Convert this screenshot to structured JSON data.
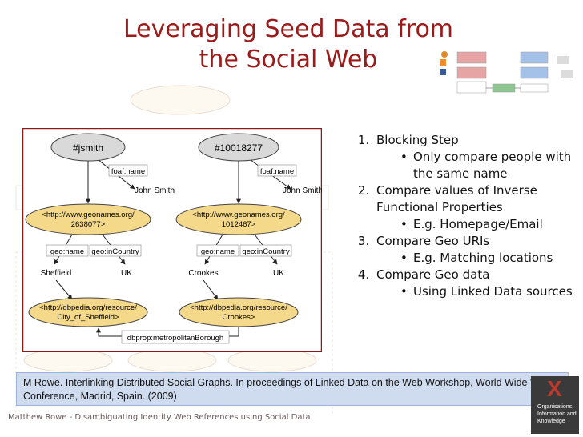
{
  "title": {
    "line1": "Leveraging Seed Data from",
    "line2": "the Social Web"
  },
  "diagram": {
    "node_jsmith": "#jsmith",
    "node_10018277": "#10018277",
    "edge_foaf_name_1": "foaf:name",
    "edge_foaf_name_2": "foaf:name",
    "value_john_smith_1": "John Smith",
    "value_john_smith_2": "John Smith",
    "geo_uri_1a": "<http://www.geonames.org/",
    "geo_uri_1b": "2638077>",
    "geo_uri_2a": "<http://www.geonames.org/",
    "geo_uri_2b": "1012467>",
    "geo_name_1": "geo:name",
    "geo_country_1": "geo:inCountry",
    "geo_name_2": "geo:name",
    "geo_country_2": "geo:inCountry",
    "place_sheffield": "Sheffield",
    "country_uk_1": "UK",
    "place_crookes": "Crookes",
    "country_uk_2": "UK",
    "dbpedia_1a": "<http://dbpedia.org/resource/",
    "dbpedia_1b": "City_of_Sheffield>",
    "dbpedia_2a": "<http://dbpedia.org/resource/",
    "dbpedia_2b": "Crookes>",
    "metro_borough": "dbprop:metropolitanBorough"
  },
  "steps": [
    {
      "label": "Blocking Step",
      "sub": [
        "Only compare people with the same name"
      ]
    },
    {
      "label": "Compare values of Inverse Functional Properties",
      "sub": [
        "E.g. Homepage/Email"
      ]
    },
    {
      "label": "Compare Geo URIs",
      "sub": [
        "E.g. Matching locations"
      ]
    },
    {
      "label": "Compare Geo data",
      "sub": [
        "Using Linked Data sources"
      ]
    }
  ],
  "citation": "M Rowe. Interlinking Distributed Social Graphs. In proceedings of Linked Data on the Web Workshop, World Wide Web Conference, Madrid, Spain. (2009)",
  "footer": "Matthew Rowe - Disambiguating Identity Web References using Social Data",
  "logo": {
    "line1": "Organisations,",
    "line2": "Information and",
    "line3": "Knowledge"
  },
  "colors": {
    "title": "#9b1b1b",
    "highlight_border": "#8b1a1a",
    "geo_node_fill": "#f5d98a",
    "citation_bg": "#cfdcef"
  }
}
